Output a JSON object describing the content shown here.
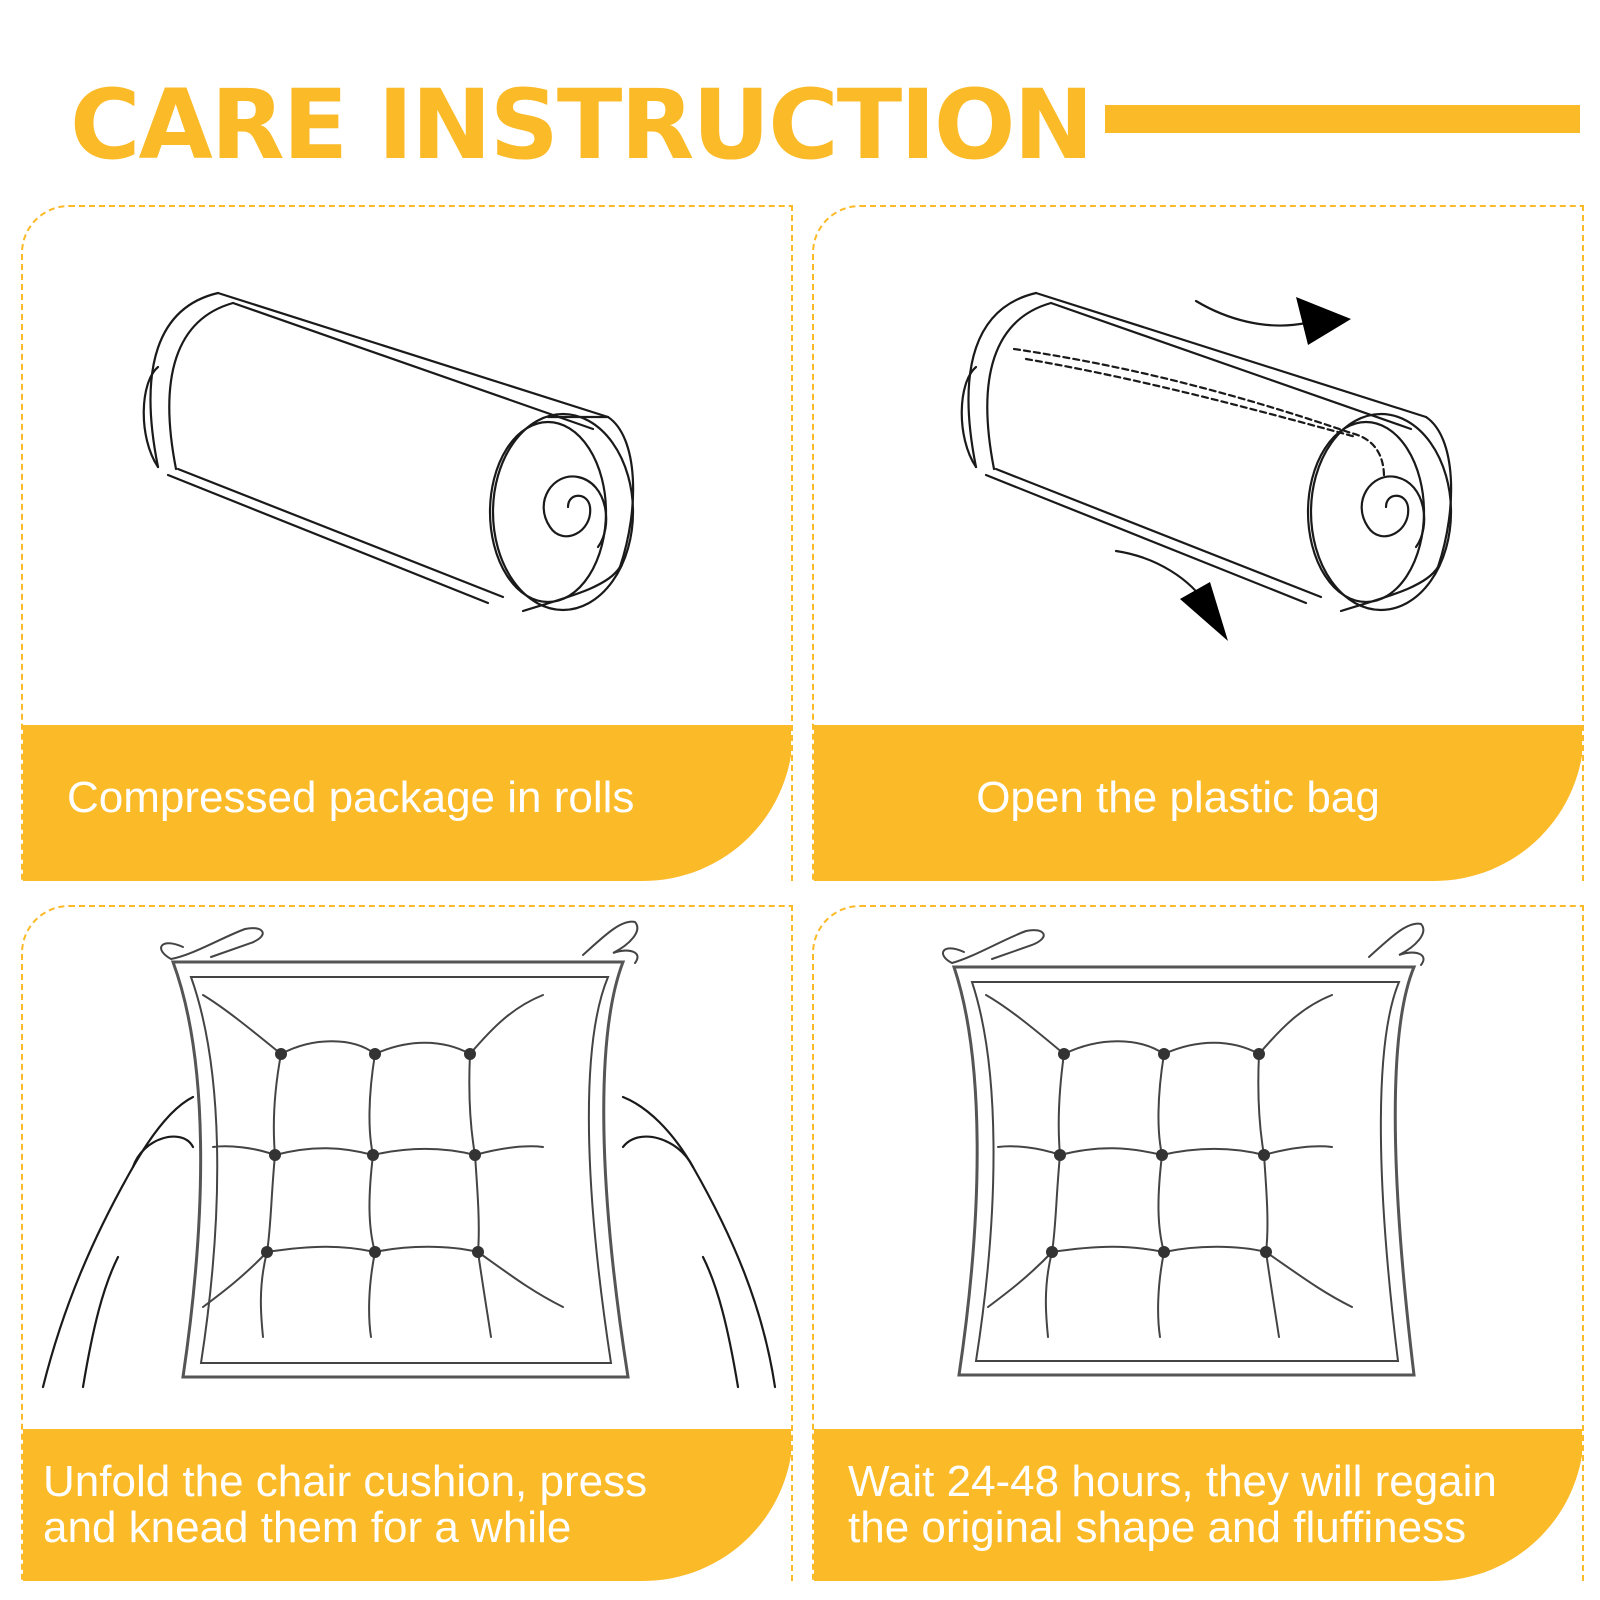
{
  "header": {
    "title": "CARE INSTRUCTION"
  },
  "steps": [
    {
      "illustration": "rolled-cushion-icon",
      "caption": "Compressed package in rolls"
    },
    {
      "illustration": "open-bag-icon",
      "caption": "Open the plastic bag"
    },
    {
      "illustration": "hands-kneading-cushion-icon",
      "caption_lines": [
        "Unfold the chair cushion, press",
        "and knead them for a while"
      ]
    },
    {
      "illustration": "fluffy-cushion-icon",
      "caption_lines": [
        "Wait 24-48 hours, they will regain",
        "the original shape and fluffiness"
      ]
    }
  ],
  "colors": {
    "accent": "#FBBA28",
    "caption_text": "#FFFFFF",
    "line_art": "#1A1A1A"
  }
}
